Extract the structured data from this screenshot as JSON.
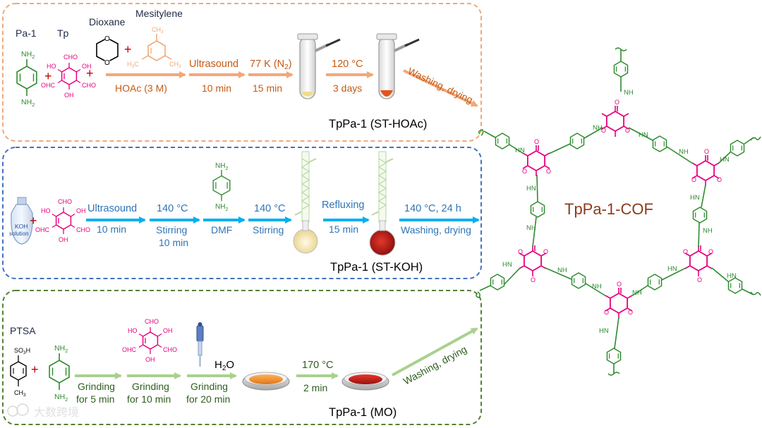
{
  "panel1": {
    "reagents": {
      "pa1": "Pa-1",
      "tp": "Tp",
      "dioxane": "Dioxane",
      "mesitylene": "Mesitylene"
    },
    "plus": "+",
    "arrow1": {
      "top": "Ultrasound",
      "bottom": "10 min"
    },
    "hoac": "HOAc (3 M)",
    "arrow2": {
      "top": "77 K (N",
      "top_sub": "2",
      "top_end": ")",
      "bottom": "15 min"
    },
    "arrow3": {
      "top": "120 °C",
      "bottom": "3 days"
    },
    "arrow4": "Washing, drying",
    "product": "TpPa-1 (ST-HOAc)",
    "color": "#f2a877"
  },
  "panel2": {
    "koh": {
      "line1": "KOH",
      "line2": "solution"
    },
    "plus": "+",
    "arrow1": {
      "top": "Ultrasound",
      "bottom": "10 min"
    },
    "arrow2": {
      "top": "140 °C",
      "bottom1": "Stirring",
      "bottom2": "10 min"
    },
    "arrow3": {
      "bottom": "DMF"
    },
    "arrow4": {
      "top": "140 °C",
      "bottom": "Stirring"
    },
    "arrow5": {
      "top": "Refluxing",
      "bottom": "15 min"
    },
    "arrow6": {
      "top": "140 °C, 24 h",
      "bottom": "Washing, drying"
    },
    "product": "TpPa-1 (ST-KOH)",
    "color": "#00b0f0"
  },
  "panel3": {
    "ptsa": "PTSA",
    "plus": "+",
    "arrow1": {
      "l1": "Grinding",
      "l2": "for 5 min"
    },
    "arrow2": {
      "l1": "Grinding",
      "l2": "for 10 min"
    },
    "arrow3": {
      "l1": "Grinding",
      "l2": "for 20 min"
    },
    "water": {
      "h": "H",
      "sub": "2",
      "o": "O"
    },
    "arrow4": {
      "top": "170 °C",
      "bottom": "2 min"
    },
    "arrow5": "Washing, drying",
    "product": "TpPa-1 (MO)",
    "color": "#a9d18e"
  },
  "chem": {
    "nh2": "NH",
    "nh2_sub": "2",
    "cho": "CHO",
    "oh": "OH",
    "ho": "HO",
    "ohc": "OHC",
    "so3h": "SO",
    "so3h_sub": "3",
    "so3h_end": "H",
    "ch3": "CH",
    "ch3_sub": "3",
    "h3c": "H",
    "h3c_sub": "3",
    "h3c_end": "C",
    "hn": "HN",
    "nh": "NH",
    "o": "O"
  },
  "cof": {
    "label": "TpPa-1-COF",
    "green": "#2e8b2e",
    "magenta": "#e6007e",
    "label_color": "#8b3a1a"
  },
  "watermark": "大数跨境"
}
